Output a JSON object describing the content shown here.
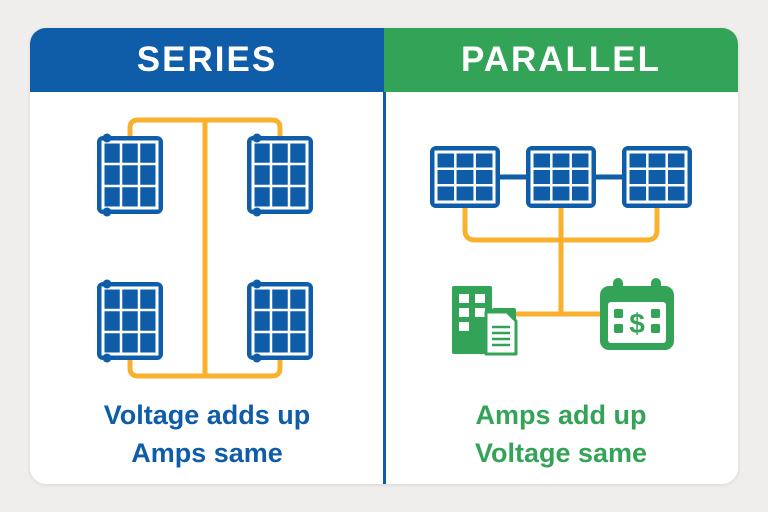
{
  "card": {
    "left": {
      "title": "SERIES",
      "caption_line1": "Voltage adds up",
      "caption_line2": "Amps same"
    },
    "right": {
      "title": "PARALLEL",
      "caption_line1": "Amps add up",
      "caption_line2": "Voltage same",
      "calendar_symbol": "$"
    }
  },
  "colors": {
    "blue": "#0f5ca8",
    "green": "#33a457",
    "wire_yellow": "#f9b02c",
    "background": "#efeeec",
    "card_white": "#ffffff"
  },
  "icons": {
    "solar_panel": "solar-panel-icon",
    "building": "building-icon",
    "invoice": "invoice-document-icon",
    "calendar": "calendar-dollar-icon",
    "dollar": "dollar-symbol"
  }
}
